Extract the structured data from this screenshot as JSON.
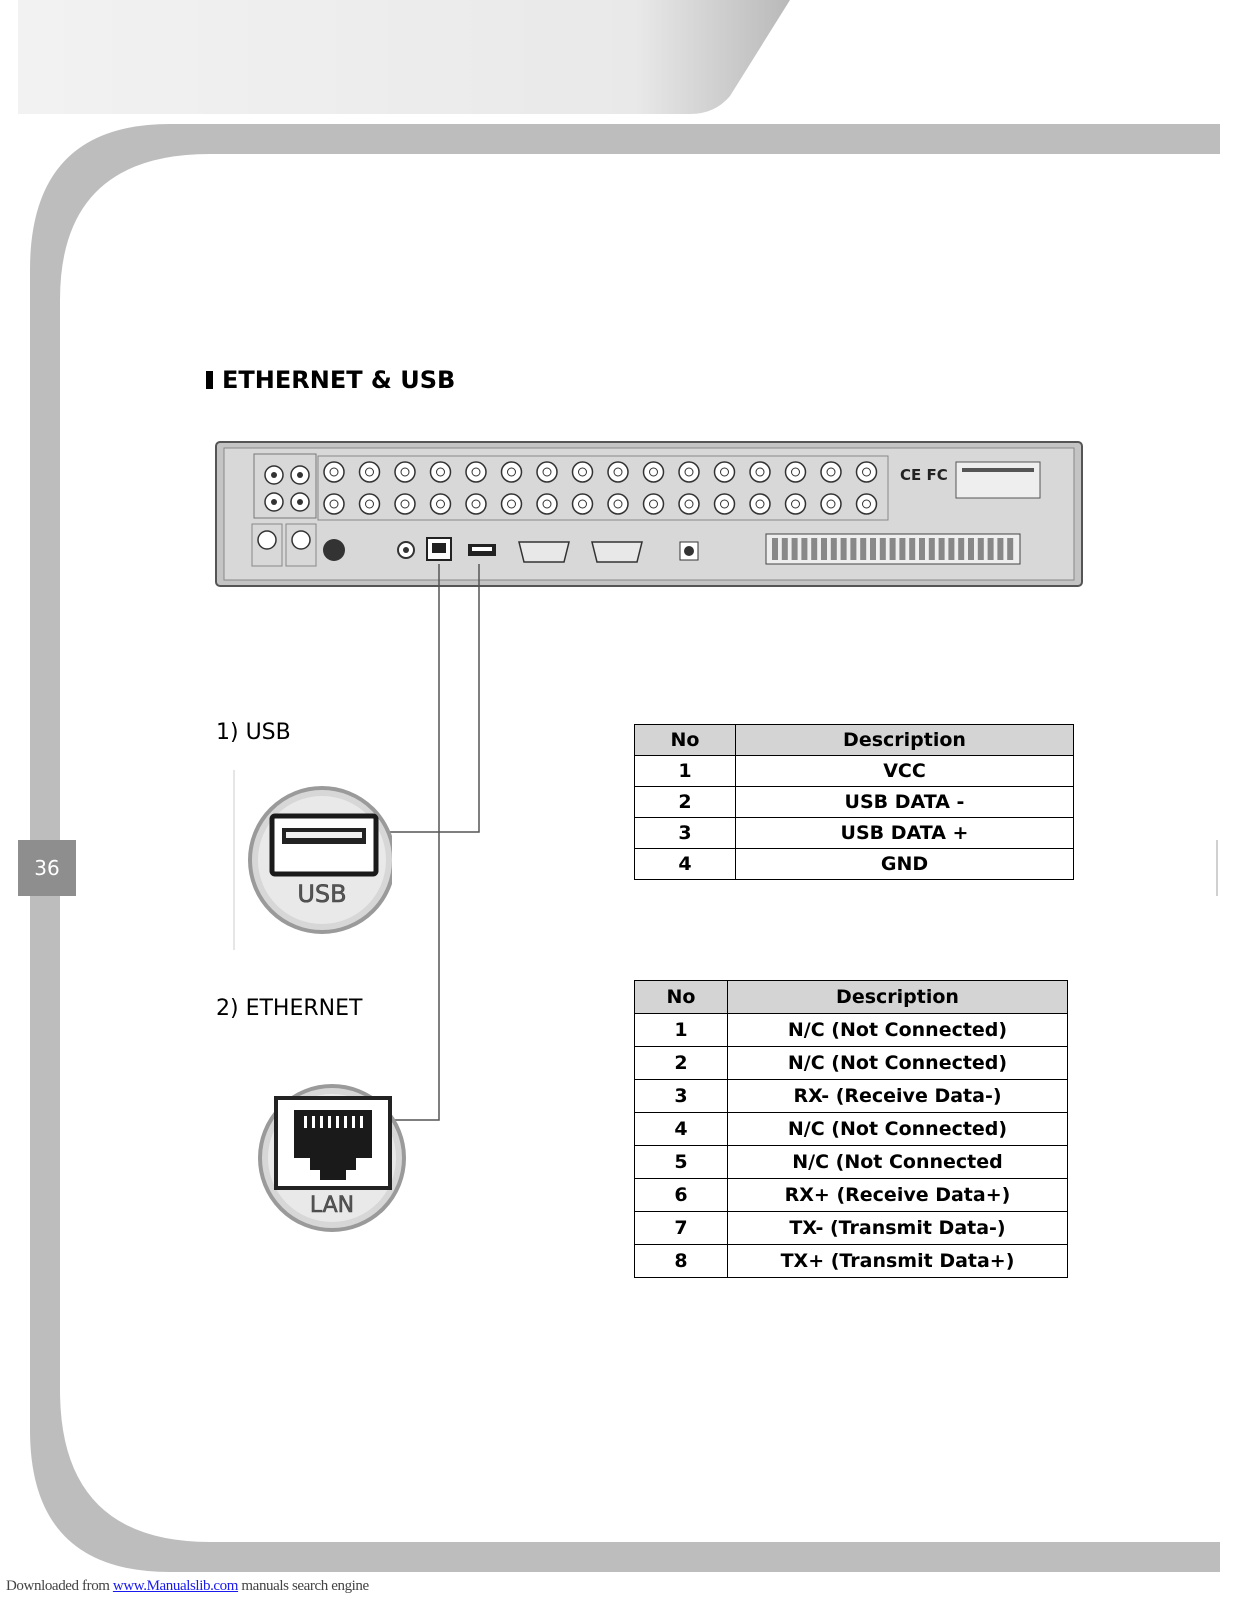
{
  "page": {
    "number": "36"
  },
  "section": {
    "title": "ETHERNET & USB"
  },
  "usb": {
    "heading": "1) USB",
    "connector_label": "USB",
    "table": {
      "headers": [
        "No",
        "Description"
      ],
      "rows": [
        [
          "1",
          "VCC"
        ],
        [
          "2",
          "USB DATA -"
        ],
        [
          "3",
          "USB DATA +"
        ],
        [
          "4",
          "GND"
        ]
      ]
    }
  },
  "ethernet": {
    "heading": "2) ETHERNET",
    "connector_label": "LAN",
    "table": {
      "headers": [
        "No",
        "Description"
      ],
      "rows": [
        [
          "1",
          "N/C (Not Connected)"
        ],
        [
          "2",
          "N/C (Not Connected)"
        ],
        [
          "3",
          "RX- (Receive Data-)"
        ],
        [
          "4",
          "N/C (Not Connected)"
        ],
        [
          "5",
          "N/C (Not Connected"
        ],
        [
          "6",
          "RX+ (Receive Data+)"
        ],
        [
          "7",
          "TX- (Transmit Data-)"
        ],
        [
          "8",
          "TX+ (Transmit Data+)"
        ]
      ]
    }
  },
  "device": {
    "cert_marks": "CE FC"
  },
  "footer": {
    "prefix": "Downloaded from ",
    "link_text": "www.Manualslib.com",
    "suffix": " manuals search engine"
  },
  "colors": {
    "frame": "#bdbdbd",
    "page_tab": "#8e8e8e",
    "table_header": "#d4d4d4"
  }
}
